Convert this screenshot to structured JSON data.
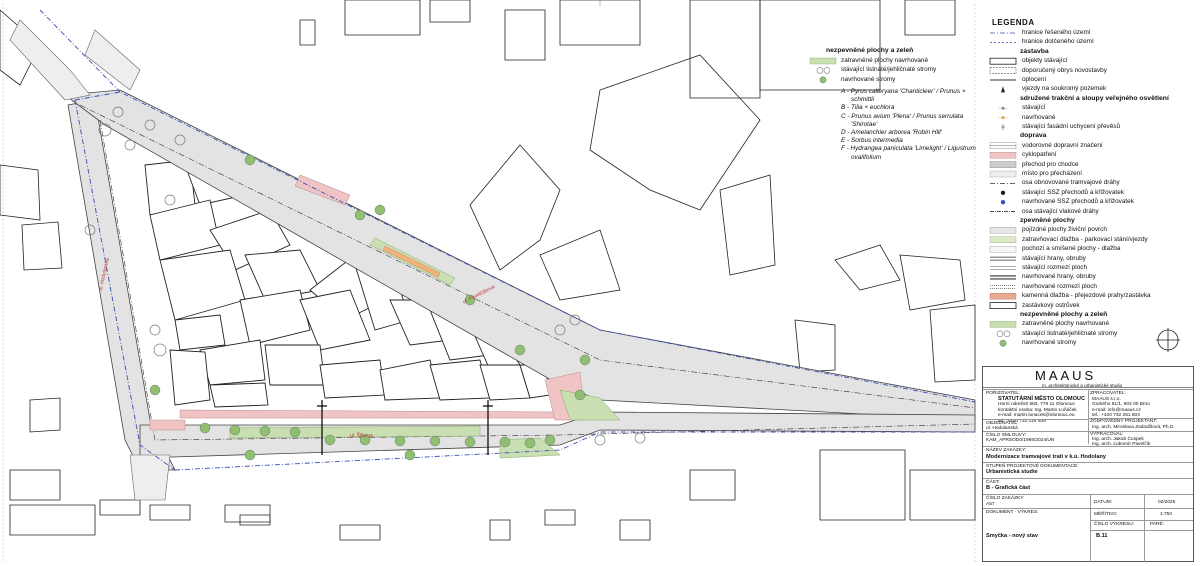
{
  "legend": {
    "title": "LEGENDA",
    "items": [
      {
        "kind": "line-blue-dashdot",
        "label": "hranice řešeného území"
      },
      {
        "kind": "line-blue-dashed",
        "label": "hranice dotčeného území"
      },
      {
        "kind": "heading",
        "label": "zástavba"
      },
      {
        "kind": "rect-outline",
        "label": "objekty stávající"
      },
      {
        "kind": "rect-dashed",
        "label": "doporučený obrys novostavby"
      },
      {
        "kind": "line-solid",
        "label": "oplocení"
      },
      {
        "kind": "triangle",
        "label": "vjezdy na soukromý pozemek"
      },
      {
        "kind": "heading",
        "label": "sdružené trakční a sloupy veřejného osvětlení"
      },
      {
        "kind": "dot-gray",
        "label": "stávající"
      },
      {
        "kind": "dot-orange",
        "label": "navrhované"
      },
      {
        "kind": "plus",
        "label": "stávající fasádní uchycení převěsů"
      },
      {
        "kind": "heading",
        "label": "doprava"
      },
      {
        "kind": "line-thin",
        "label": "vodorovné dopravní značení"
      },
      {
        "kind": "fill-pink",
        "label": "cyklopatření"
      },
      {
        "kind": "hatch-gray",
        "label": "přechod pro chodce"
      },
      {
        "kind": "hatch-light",
        "label": "místo pro přecházení"
      },
      {
        "kind": "line-dashdot",
        "label": "osa obnovované tramvajové dráhy"
      },
      {
        "kind": "ssz-old",
        "label": "stávající SSZ přechodů a křižovatek"
      },
      {
        "kind": "ssz-new",
        "label": "navrhované SSZ přechodů a křižovatek"
      },
      {
        "kind": "line-dashdot2",
        "label": "osa stávající vlakové dráhy"
      },
      {
        "kind": "heading",
        "label": "zpevněné plochy"
      },
      {
        "kind": "fill-gray",
        "label": "pojízdné plochy živiční povrch"
      },
      {
        "kind": "fill-green-strip",
        "label": "zatravňovací dlažba - parkovací stání/vjezdy"
      },
      {
        "kind": "fill-light",
        "label": "pochozí a smíšené plochy - dlažba"
      },
      {
        "kind": "line-double",
        "label": "stávající hrany, obruby"
      },
      {
        "kind": "line-double-thin",
        "label": "stávající rozmezí ploch"
      },
      {
        "kind": "line-double-bold",
        "label": "navrhované hrany, obruby"
      },
      {
        "kind": "line-double-dotted",
        "label": "navrhované rozmezí ploch"
      },
      {
        "kind": "fill-salmon",
        "label": "kamenná dlažba - přejezdové prahy/zastávka"
      },
      {
        "kind": "rect-outline",
        "label": "zastávkový ostrůvek"
      },
      {
        "kind": "heading",
        "label": "nezpevněné plochy a zeleň"
      },
      {
        "kind": "fill-green",
        "label": "zatravněné plochy navrhované"
      },
      {
        "kind": "tree-outline",
        "label": "stávající listnaté/jehličnaté stromy"
      },
      {
        "kind": "tree-green",
        "label": "navrhované stromy"
      }
    ]
  },
  "green_legend": {
    "heading": "nezpevněné plochy a zeleň",
    "items": [
      {
        "kind": "fill-green",
        "label": "zatravněné plochy navrhované"
      },
      {
        "kind": "tree-outline",
        "label": "stávající listnaté/jehličnaté stromy"
      },
      {
        "kind": "tree-green",
        "label": "navrhované stromy"
      }
    ],
    "species": [
      "A - Pyrus calleryana 'Chanticleer' / Prunus ×",
      "schmittii",
      "B - Tilia × euchlora",
      "C - Prunus avium 'Plena' / Prunus serrulata",
      "'Shirotae'",
      "D - Amelanchier arborea 'Robin Hill'",
      "E - Sorbus intermedia",
      "F - Hydrangea paniculata 'Limelight' / Ligustrum",
      "ovalifolium"
    ]
  },
  "streets": {
    "left": "ul. Hodolanská",
    "diagonal": "ul. Pavelčákova",
    "bottom": "ul. Šlikova"
  },
  "title_block": {
    "studio": "MAAUS",
    "studio_sub": "m. architektonické a urbanistické studio",
    "porizovatel_label": "POŘIZOVATEL:",
    "porizovatel_lines": [
      "STATUTÁRNÍ MĚSTO OLOMOUC",
      "Horní náměstí 583, 779 11 Olomouc",
      "kontaktní osoba: Ing. Martin Luňáček",
      "e-mail: martin.lunacek@olomouc.eu",
      "tel.: +420 732 124 939"
    ],
    "zpracovatel_label": "ZPRACOVATEL:",
    "zpracovatel_lines": [
      "MAAUS s.r.o.",
      "Gorkého 51/1, 602 00 Brno",
      "e-mail: info@maaus.cz",
      "tel.: +420 732 251 804"
    ],
    "objednatel_label": "OBJEDNATEL:",
    "objednatel_value": "ul. Hodolanská",
    "hip_label": "ZODPOVĚDNÝ PROJEKTANT:",
    "hip_value": "Ing. arch. Miroslava Zadražilová, Ph.D.",
    "smlouva_label": "ČÍSLO SMLOUVY:",
    "smlouva_value": "KAM_APRSOD0/1986/2024/UN",
    "vypracoval_label": "VYPRACOVAL:",
    "vypracoval_lines": [
      "Ing. arch. Jakub Čuspek",
      "Ing. arch. Ľubomír Pavelčík"
    ],
    "zakazka_label": "NÁZEV ZAKÁZKY:",
    "zakazka_value": "Modernizace tramvajové trati v k.ú. Hodolany",
    "stupen_label": "STUPEŇ PROJEKTOVÉ DOKUMENTACE:",
    "stupen_value": "Urbanistická studie",
    "cast_label": "ČÁST:",
    "cast_value": "B - Grafická část",
    "cislo_label": "ČÍSLO ZAKÁZKY",
    "cislo_value": "A57",
    "datum_label": "DATUM:",
    "datum_value": "02/2025",
    "dokument_label": "DOKUMENT - VÝKRES:",
    "meritko_label": "MĚŘÍTKO:",
    "meritko_value": "1:750",
    "vykres_label": "ČÍSLO VÝKRESU:",
    "pare_label": "PARÉ:",
    "dokument_value": "Smyčka - nový stav",
    "vykres_value": "B.11"
  },
  "colors": {
    "boundary": "#3a4fb5",
    "green": "#c9dfb1",
    "tree_green": "#8fbf6f",
    "pink": "#f0c4c4",
    "salmon": "#e7a98d",
    "road": "#e6e6e6"
  }
}
